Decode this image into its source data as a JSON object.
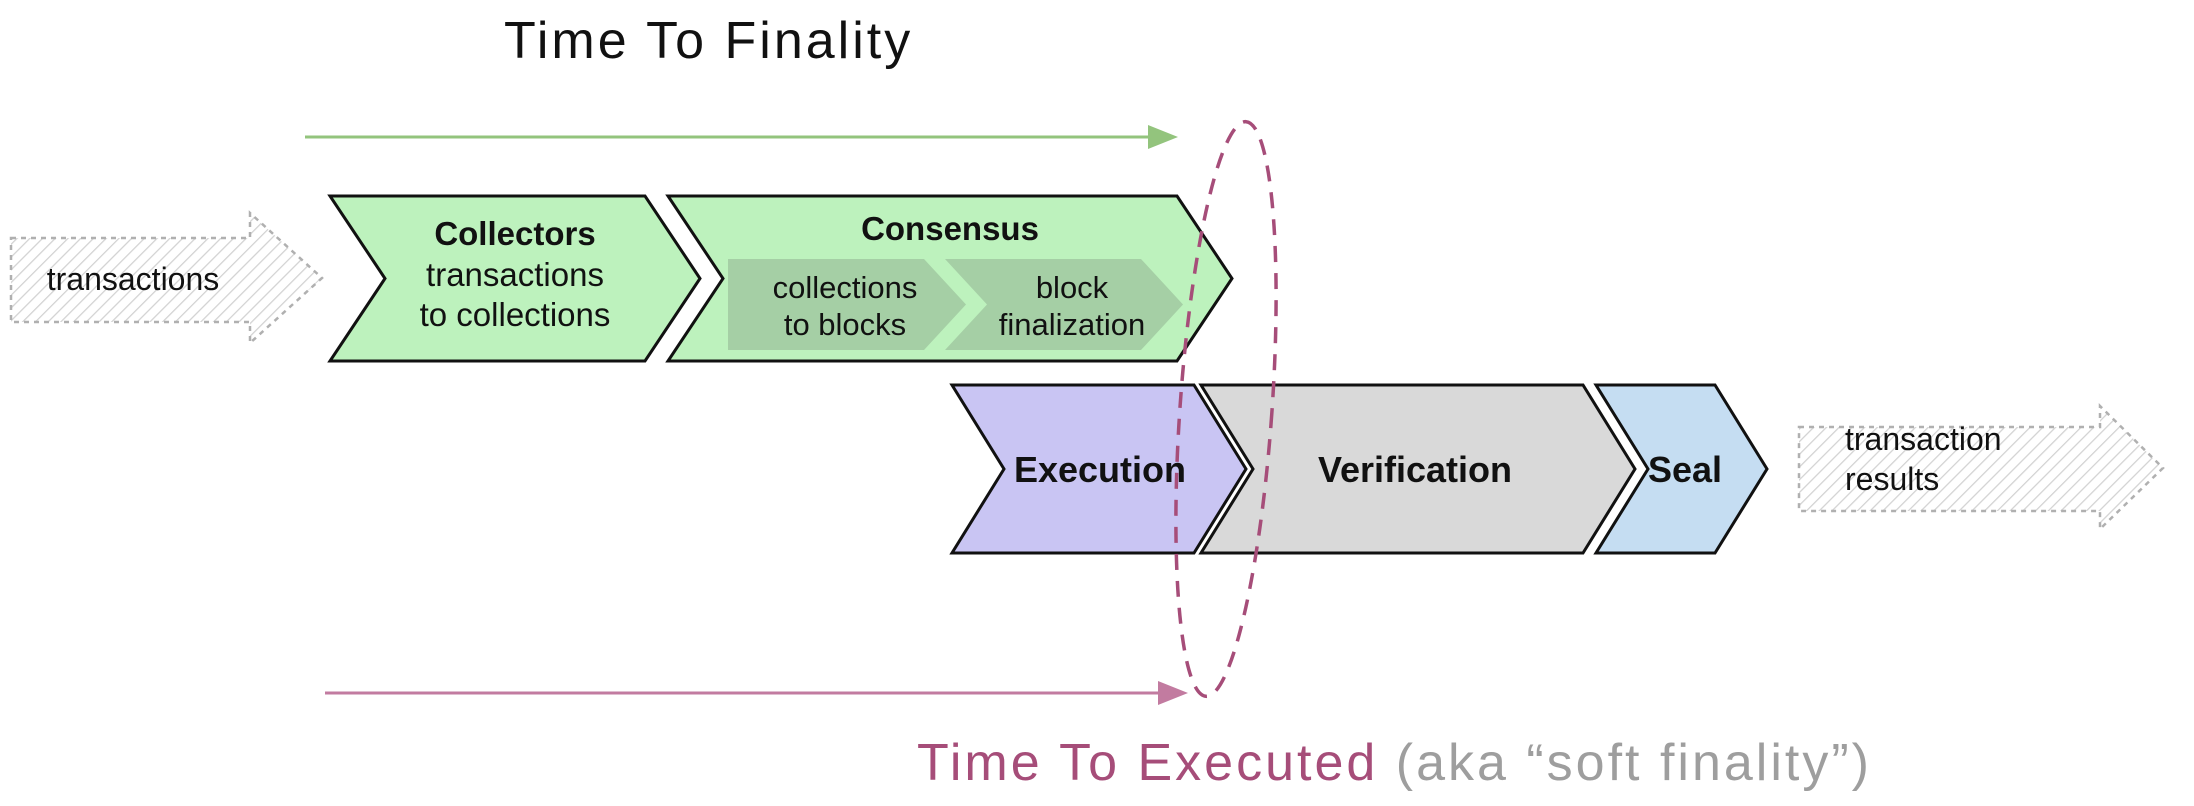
{
  "titles": {
    "time_to_finality": "Time To Finality",
    "time_to_executed": "Time To Executed",
    "time_to_executed_suffix": " (aka “soft finality”)"
  },
  "input_arrow": {
    "label": "transactions"
  },
  "output_arrow": {
    "line1": "transaction",
    "line2": "results"
  },
  "stages": {
    "collectors": {
      "title": "Collectors",
      "desc_line1": "transactions",
      "desc_line2": "to collections"
    },
    "consensus": {
      "title": "Consensus",
      "sub_stages": [
        {
          "line1": "collections",
          "line2": "to blocks"
        },
        {
          "line1": "block",
          "line2": "finalization"
        }
      ]
    },
    "execution": {
      "title": "Execution"
    },
    "verification": {
      "title": "Verification"
    },
    "seal": {
      "title": "Seal"
    }
  },
  "colors": {
    "finality_green": "#6aa84f",
    "finality_arrow_green": "#93c47d",
    "executed_pink": "#a64d79",
    "executed_arrow_pink": "#c27ba0",
    "ellipse_pink": "#a64d79",
    "collectors_fill": "#bdf2bd",
    "consensus_fill": "#bdf2bd",
    "consensus_sub_fill": "#a5cfa5",
    "execution_fill": "#c9c5f3",
    "verification_fill": "#d9d9d9",
    "seal_fill": "#c5ddf2",
    "io_label_gray": "#5f5f5f",
    "io_result_text": "#3a3a3a",
    "title_suffix_gray": "#9e9e9e"
  }
}
